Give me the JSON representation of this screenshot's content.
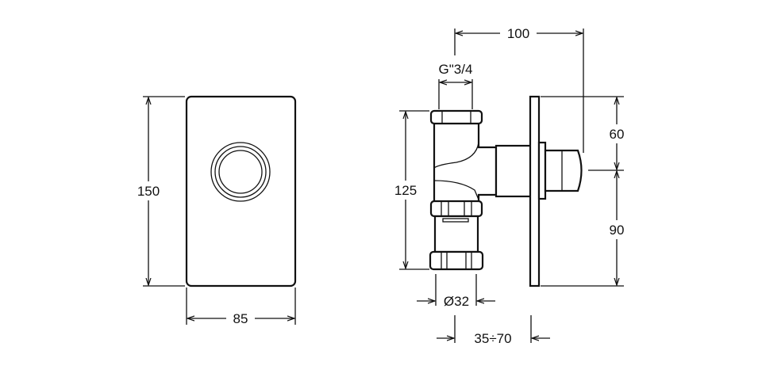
{
  "drawing": {
    "front_view": {
      "height_label": "150",
      "width_label": "85"
    },
    "side_view": {
      "depth_label": "100",
      "thread_label": "G\"3/4",
      "body_height_label": "125",
      "upper_offset_label": "60",
      "lower_offset_label": "90",
      "diameter_label": "Ø32",
      "wall_range_label": "35÷70"
    },
    "line_color": "#111111"
  }
}
